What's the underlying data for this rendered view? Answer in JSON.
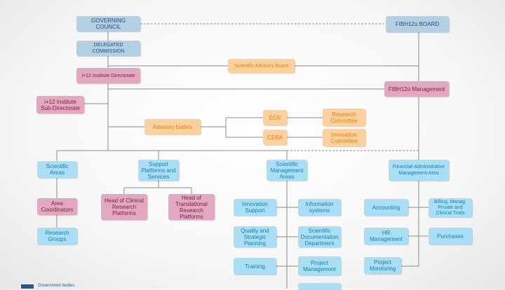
{
  "nodes": {
    "governing_council": "GOVERNING COUNCIL",
    "fibh_board": "FIBH12o BOARD",
    "delegated_commission": "DELEGATED COMMISSION",
    "scientific_advisory_board": "Scientific Advisory Board",
    "institute_directorate": "i+12 Institute Directorate",
    "fibh_management": "FIBH12o Management",
    "institute_subdirectorate": "i+12 Institute Sub-Directorate",
    "advisory_bodies": "Advisory bodies",
    "ecr": "ECR",
    "research_committee": "Research Committee",
    "ceba": "CEBA",
    "innovation_committee": "Innovation Committee",
    "scientific_areas": "Scientific Areas",
    "support_platforms": "Support Platforms and Services",
    "scientific_management_areas": "Scientific Management Areas",
    "financial_admin_area": "Financial-Administrative Management Area",
    "area_coordinators": "Area Coordinators",
    "head_clinical_platforms": "Head of Clinical Research Platforms",
    "head_translational_platforms": "Head of Translational Research Platforms",
    "research_groups": "Research Groups",
    "innovation_support": "Innovation Support",
    "information_systems": "Information systems",
    "quality_strategic_planning": "Quality and Strategic Planning",
    "scientific_documentation": "Scientific Documentation Department",
    "training": "Training",
    "project_management": "Project Management",
    "accounting": "Accounting",
    "billing": "Billing, Manag. Private and Clinical Trials",
    "hr_management": "HR Management",
    "purchases": "Purchases",
    "project_monitoring": "Project Monitoring"
  },
  "legend": {
    "government_bodies": "Government bodies"
  },
  "colors": {
    "government": "#b3cfe3",
    "management": "#e2a8c0",
    "advisory": "#fcd19e",
    "areas": "#a9def5",
    "line": "#8a8a8a"
  }
}
